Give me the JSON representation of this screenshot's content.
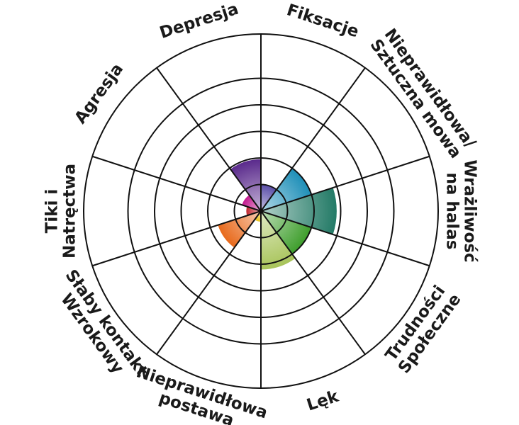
{
  "chart_data": {
    "type": "polar-area",
    "title": "",
    "ring_max": 5,
    "grid": true,
    "categories": [
      {
        "label_lines": [
          "Fiksacje"
        ],
        "value": 1.0,
        "color": "#5b4fa8"
      },
      {
        "label_lines": [
          "Nieprawidłowa/",
          "Sztuczna mowa"
        ],
        "value": 2.0,
        "color": "#1e8fb8"
      },
      {
        "label_lines": [
          "Wrażliwość",
          "na halas"
        ],
        "value": 2.85,
        "color": "#237a66"
      },
      {
        "label_lines": [
          "Trudności",
          "Społeczne"
        ],
        "value": 2.0,
        "color": "#3e9e2c"
      },
      {
        "label_lines": [
          "Lęk"
        ],
        "value": 2.2,
        "color": "#a8c45a"
      },
      {
        "label_lines": [
          "Nieprawidłowa",
          "postawa"
        ],
        "value": 0.4,
        "color": "#e8c21c"
      },
      {
        "label_lines": [
          "Słaby kontakt",
          "Wzrokowy"
        ],
        "value": 1.7,
        "color": "#e86a1c"
      },
      {
        "label_lines": [
          "Tiki i",
          "Natręctwa"
        ],
        "value": 0.55,
        "color": "#c0262e"
      },
      {
        "label_lines": [
          "Agresja"
        ],
        "value": 0.75,
        "color": "#c2198e"
      },
      {
        "label_lines": [
          "Depresja"
        ],
        "value": 1.95,
        "color": "#5a2a8c"
      }
    ]
  }
}
